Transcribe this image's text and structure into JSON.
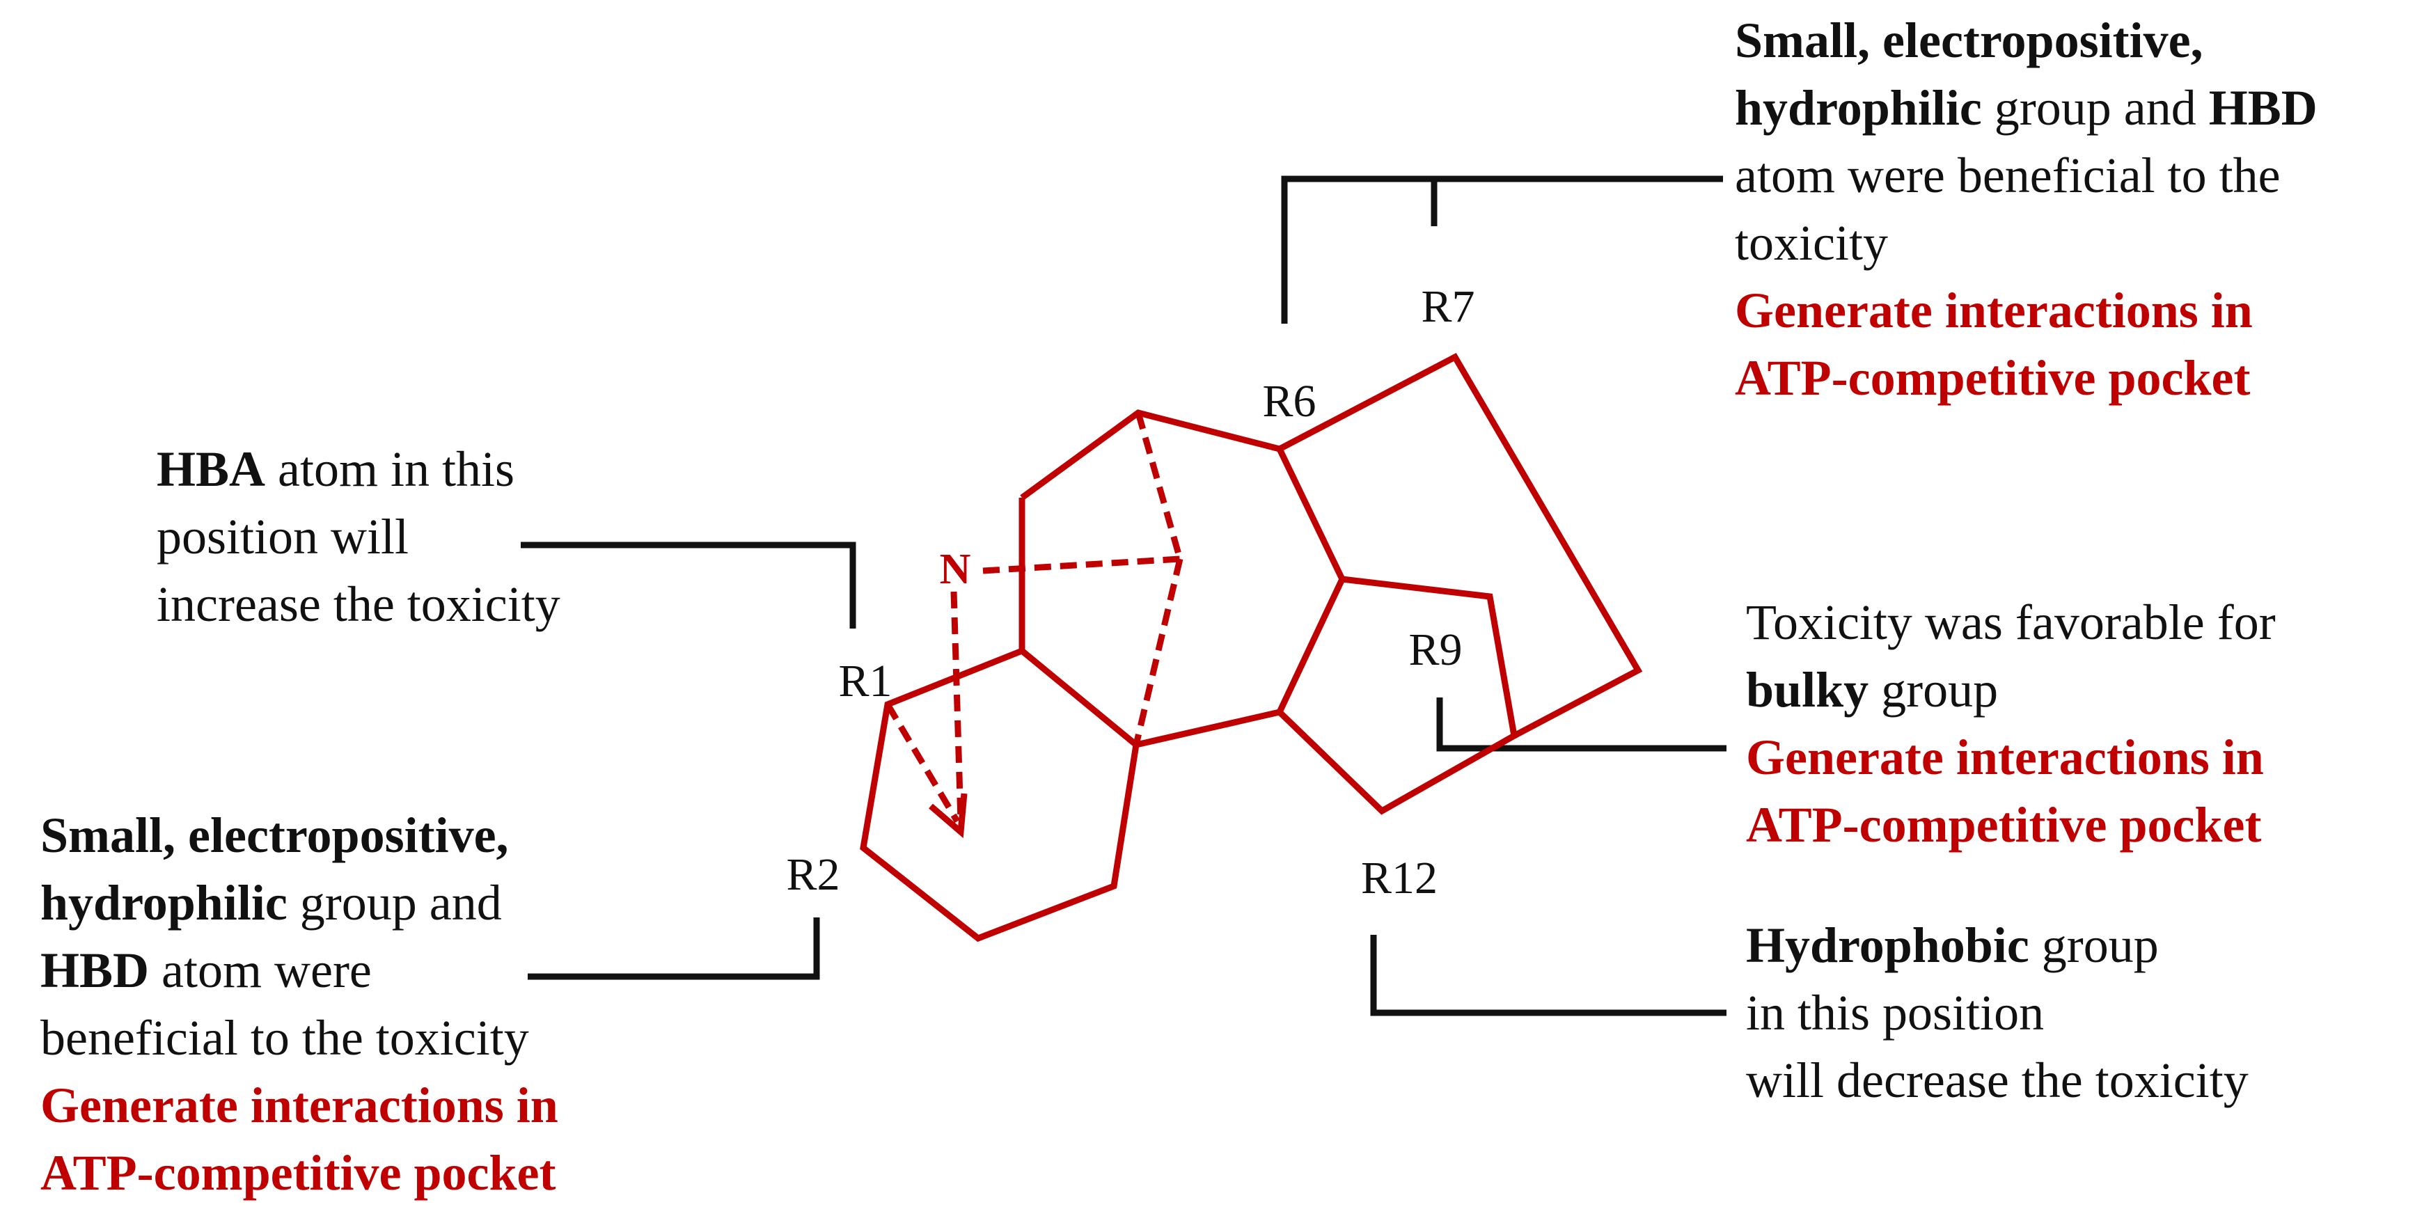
{
  "colors": {
    "structure": "#c00000",
    "leader": "#111111",
    "text": "#111111",
    "highlight": "#c00000"
  },
  "atom_label": "N",
  "position_labels": [
    "R1",
    "R2",
    "R6",
    "R7",
    "R9",
    "R12"
  ],
  "notes": {
    "r6": {
      "lines": [
        [
          {
            "t": "Small, electropositive,",
            "b": true
          }
        ],
        [
          {
            "t": "hydrophilic",
            "b": true
          },
          {
            "t": " group and "
          },
          {
            "t": "HBD",
            "b": true
          }
        ],
        [
          {
            "t": "atom were beneficial to the"
          }
        ],
        [
          {
            "t": "toxicity"
          }
        ]
      ],
      "highlight": [
        "Generate  interactions in",
        "ATP-competitive pocket"
      ]
    },
    "r1": {
      "lines": [
        [
          {
            "t": "HBA",
            "b": true
          },
          {
            "t": " atom in this"
          }
        ],
        [
          {
            "t": "position will"
          }
        ],
        [
          {
            "t": "increase the toxicity"
          }
        ]
      ],
      "highlight": []
    },
    "r2": {
      "lines": [
        [
          {
            "t": "Small, electropositive,",
            "b": true
          }
        ],
        [
          {
            "t": "hydrophilic",
            "b": true
          },
          {
            "t": " group and"
          }
        ],
        [
          {
            "t": "HBD",
            "b": true
          },
          {
            "t": " atom were"
          }
        ],
        [
          {
            "t": "beneficial to the toxicity"
          }
        ]
      ],
      "highlight": [
        "Generate  interactions in",
        "ATP-competitive pocket"
      ]
    },
    "r9": {
      "lines": [
        [
          {
            "t": "Toxicity was favorable for"
          }
        ],
        [
          {
            "t": "bulky",
            "b": true
          },
          {
            "t": " group"
          }
        ]
      ],
      "highlight": [
        "Generate  interactions in",
        "ATP-competitive pocket"
      ]
    },
    "r12": {
      "lines": [
        [
          {
            "t": "Hydrophobic",
            "b": true
          },
          {
            "t": " group"
          }
        ],
        [
          {
            "t": "in this position"
          }
        ],
        [
          {
            "t": "will decrease the toxicity"
          }
        ]
      ],
      "highlight": []
    }
  }
}
